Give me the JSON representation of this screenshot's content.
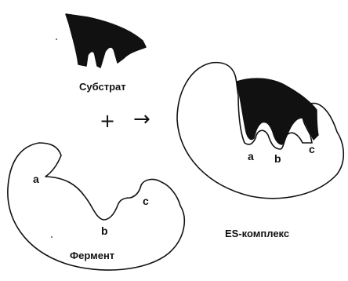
{
  "labels": {
    "substrate": "Субстрат",
    "enzyme": "Фермент",
    "complex": "ES-комплекс",
    "plus": "+",
    "arrow": "→"
  },
  "enzyme_sites": {
    "a": "a",
    "b": "b",
    "c": "c"
  },
  "complex_sites": {
    "a": "a",
    "b": "b",
    "c": "c"
  },
  "colors": {
    "ink": "#111111",
    "background": "#ffffff"
  }
}
